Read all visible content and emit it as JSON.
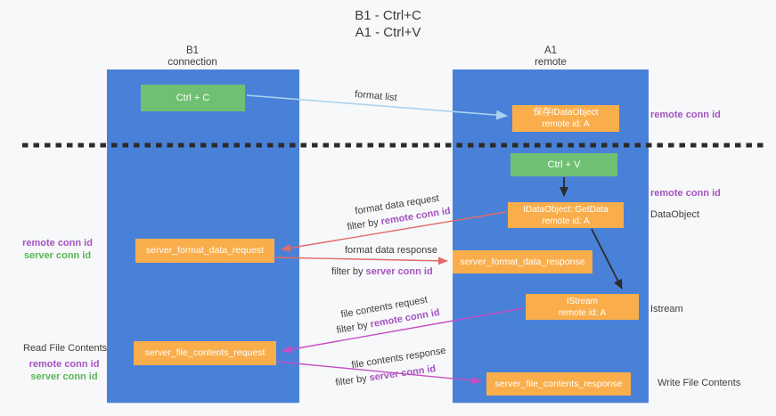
{
  "title": {
    "line1": "B1 - Ctrl+C",
    "line2": "A1 - Ctrl+V"
  },
  "columns": {
    "left": {
      "name": "B1",
      "role": "connection"
    },
    "right": {
      "name": "A1",
      "role": "remote"
    }
  },
  "nodes": {
    "ctrl_c": {
      "label": "Ctrl + C"
    },
    "save_dataobject": {
      "line1": "保存IDataObject",
      "line2": "remote id: A"
    },
    "ctrl_v": {
      "label": "Ctrl + V"
    },
    "getdata": {
      "line1": "IDataObject::GetData",
      "line2": "remote id: A"
    },
    "format_request": {
      "label": "server_format_data_request"
    },
    "format_response": {
      "label": "server_format_data_response"
    },
    "istream": {
      "line1": "IStream",
      "line2": "remote id: A"
    },
    "file_request": {
      "label": "server_file_contents_request"
    },
    "file_response": {
      "label": "server_file_contents_response"
    }
  },
  "edges": {
    "format_list": {
      "label": "format list"
    },
    "format_data_request": {
      "label": "format data request",
      "filter_prefix": "filter by",
      "filter_key": "remote conn id"
    },
    "format_data_response": {
      "label": "format data response",
      "filter_prefix": "filter by",
      "filter_key": "server conn id"
    },
    "file_contents_request": {
      "label": "file contents request",
      "filter_prefix": "filter by",
      "filter_key": "remote conn id"
    },
    "file_contents_response": {
      "label": "file contents response",
      "filter_prefix": "filter by",
      "filter_key": "server conn id"
    }
  },
  "side_labels": {
    "right_remote_conn_top": "remote conn id",
    "right_remote_conn_mid": "remote conn id",
    "right_dataobject": "DataObject",
    "right_istream": "Istream",
    "right_write_file": "Write File Contents",
    "left_remote_conn_1": "remote conn id",
    "left_server_conn_1": "server conn id",
    "left_read_file": "Read File Contents",
    "left_remote_conn_2": "remote conn id",
    "left_server_conn_2": "server conn id"
  },
  "colors": {
    "column_blue": "#4a81d8",
    "node_orange": "#f9ae4b",
    "node_green": "#70c073",
    "arrow_light_blue": "#a9d4f1",
    "arrow_red": "#e06a68",
    "arrow_magenta": "#c54ec5",
    "arrow_black": "#2b2b2b",
    "text_purple": "#a653c1",
    "text_green": "#56b856",
    "text_dark": "#3d3d3d"
  }
}
